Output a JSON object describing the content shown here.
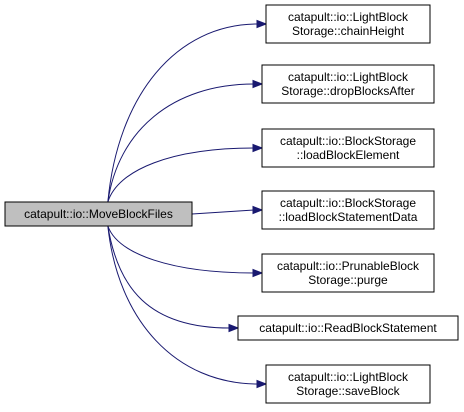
{
  "diagram": {
    "source": {
      "id": "move-block-files",
      "lines": [
        "catapult::io::MoveBlockFiles"
      ],
      "fill": "#bfbfbf"
    },
    "targets": [
      {
        "id": "chain-height",
        "lines": [
          "catapult::io::LightBlock",
          "Storage::chainHeight"
        ]
      },
      {
        "id": "drop-blocks-after",
        "lines": [
          "catapult::io::LightBlock",
          "Storage::dropBlocksAfter"
        ]
      },
      {
        "id": "load-block-element",
        "lines": [
          "catapult::io::BlockStorage",
          "::loadBlockElement"
        ]
      },
      {
        "id": "load-block-statement-data",
        "lines": [
          "catapult::io::BlockStorage",
          "::loadBlockStatementData"
        ]
      },
      {
        "id": "purge",
        "lines": [
          "catapult::io::PrunableBlock",
          "Storage::purge"
        ]
      },
      {
        "id": "read-block-statement",
        "lines": [
          "catapult::io::ReadBlockStatement"
        ]
      },
      {
        "id": "save-block",
        "lines": [
          "catapult::io::LightBlock",
          "Storage::saveBlock"
        ]
      }
    ],
    "colors": {
      "edge": "#191970",
      "node_fill": "#ffffff",
      "node_stroke": "#000000"
    }
  }
}
